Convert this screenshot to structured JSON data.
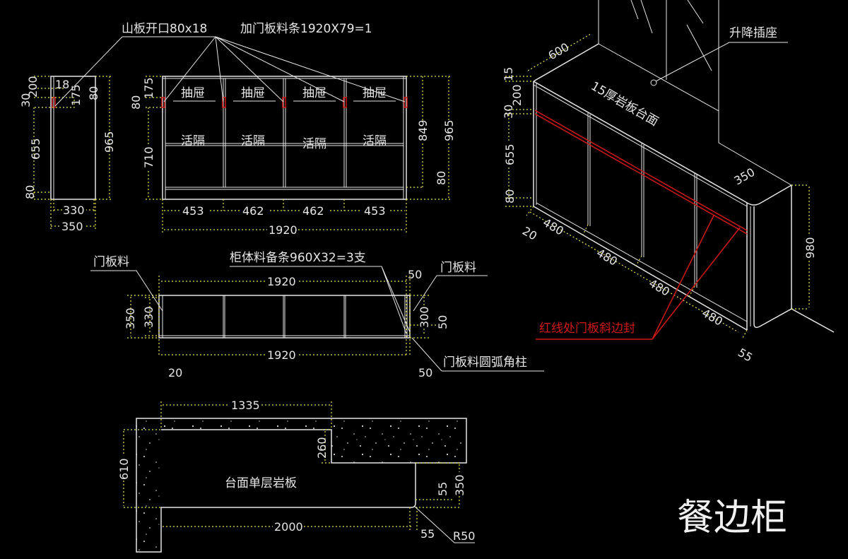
{
  "title": "餐边柜",
  "colors": {
    "background": "#000000",
    "lines": "#e6e6e6",
    "dimensions": "#e8e64a",
    "highlight": "#d01818"
  },
  "elevation": {
    "note_side_opening": "山板开口80x18",
    "note_door_strip": "加门板料条1920X79=1",
    "drawer_label": "抽屉",
    "shelf_label": "活隔",
    "side_dims": {
      "d30": "30",
      "d200": "200",
      "d18": "18",
      "d175": "175",
      "d80a": "80",
      "d655": "655",
      "d80b": "80",
      "d965": "965",
      "d330": "330",
      "d350": "350"
    },
    "front_dims": {
      "d175": "175",
      "d80": "80",
      "d710": "710",
      "d849": "849",
      "d965": "965",
      "d80r": "80",
      "w1": "453",
      "w2": "462",
      "w3": "462",
      "w4": "453",
      "total": "1920"
    }
  },
  "plan": {
    "door_material_left": "门板料",
    "door_material_right": "门板料",
    "carcass_strip": "柜体料备条960X32=3支",
    "round_post": "门板料圆弧角柱",
    "dims": {
      "top": "1920",
      "bottom": "1920",
      "d350": "350",
      "d330": "330",
      "d300": "300",
      "d50a": "50",
      "d50b": "50",
      "d50c": "50",
      "d20": "20"
    }
  },
  "countertop": {
    "label": "台面单层岩板",
    "dims": {
      "d1335": "1335",
      "d2000": "2000",
      "d610": "610",
      "d260": "260",
      "d350": "350",
      "d55a": "55",
      "d55b": "55",
      "r50": "R50"
    }
  },
  "iso": {
    "socket": "升降插座",
    "top_label": "15厚岩板台面",
    "red_note": "红线处门板斜边封",
    "dims": {
      "d600": "600",
      "d350": "350",
      "d15": "15",
      "d200": "200",
      "d30": "30",
      "d655": "655",
      "d80": "80",
      "d980": "980",
      "d480a": "480",
      "d480b": "480",
      "d480c": "480",
      "d480d": "480",
      "d20": "20",
      "d55": "55"
    }
  }
}
